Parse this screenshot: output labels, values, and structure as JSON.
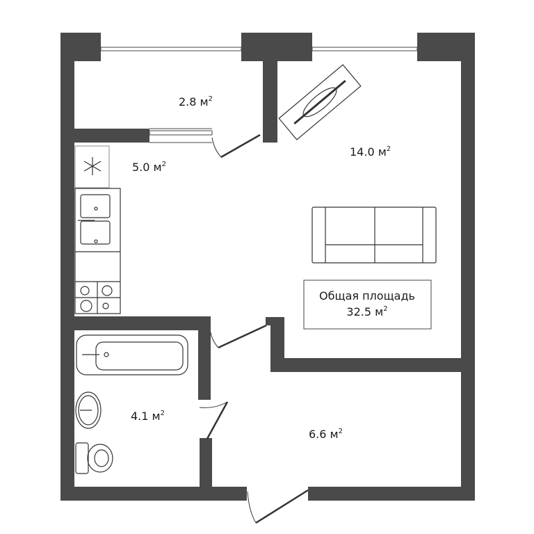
{
  "colors": {
    "wall": "#4a4a4a",
    "background": "#ffffff",
    "line": "#333333"
  },
  "rooms": [
    {
      "name": "balcony",
      "area": "2.8 м",
      "unit_sup": "2"
    },
    {
      "name": "kitchen",
      "area": "5.0 м",
      "unit_sup": "2"
    },
    {
      "name": "living-room",
      "area": "14.0 м",
      "unit_sup": "2"
    },
    {
      "name": "bathroom",
      "area": "4.1 м",
      "unit_sup": "2"
    },
    {
      "name": "hallway",
      "area": "6.6 м",
      "unit_sup": "2"
    }
  ],
  "total": {
    "label": "Общая площадь",
    "value": "32.5 м",
    "unit_sup": "2"
  },
  "icons": [
    "snowflake-icon",
    "sink-icon",
    "stove-icon",
    "bathtub-icon",
    "washbasin-icon",
    "toilet-icon",
    "sofa-icon",
    "ironing-board-icon"
  ]
}
